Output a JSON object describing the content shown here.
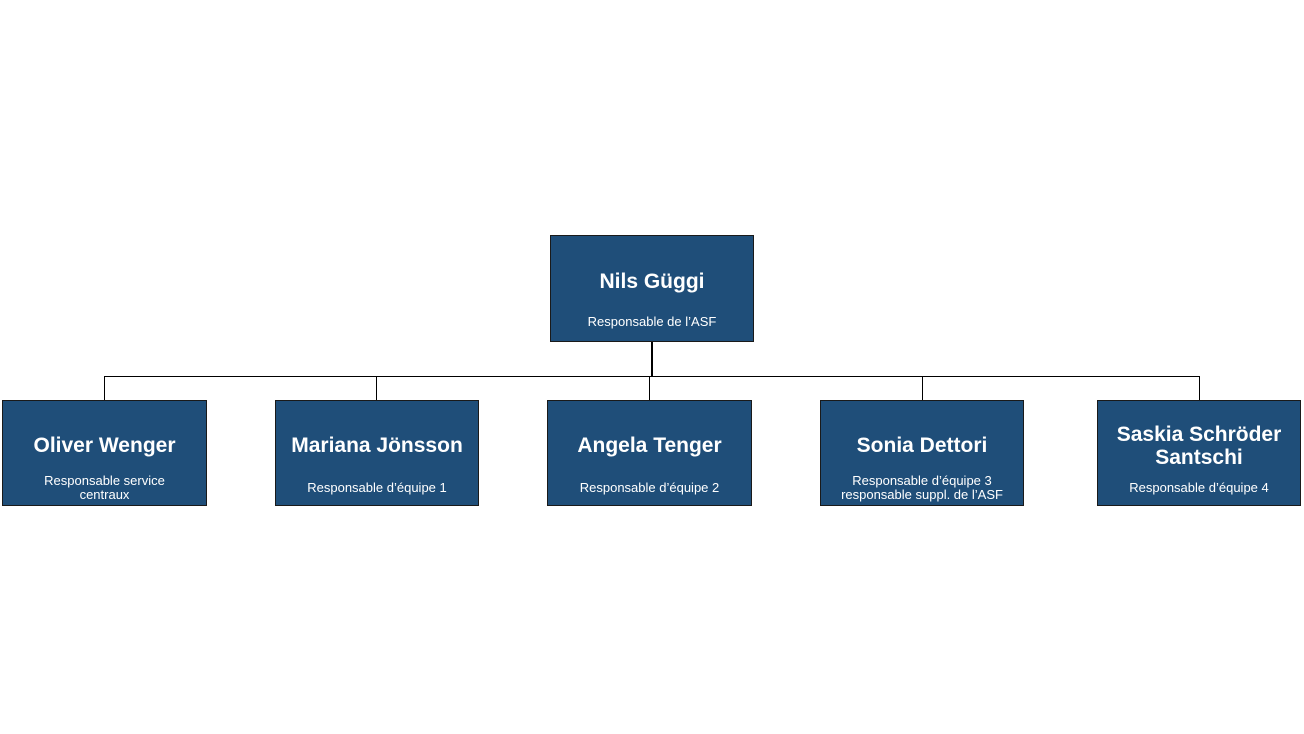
{
  "colors": {
    "box_fill": "#1f4e79",
    "text": "#ffffff",
    "connector": "#000000"
  },
  "root": {
    "name": "Nils Güggi",
    "role": "Responsable de l’ASF"
  },
  "children": [
    {
      "name": "Oliver Wenger",
      "role_lines": [
        "Responsable service",
        "centraux"
      ]
    },
    {
      "name": "Mariana Jönsson",
      "role_lines": [
        "Responsable d’équipe 1"
      ]
    },
    {
      "name": "Angela Tenger",
      "role_lines": [
        "Responsable d’équipe 2"
      ]
    },
    {
      "name": "Sonia Dettori",
      "role_lines": [
        "Responsable d’équipe 3",
        "responsable suppl. de l’ASF"
      ]
    },
    {
      "name_lines": [
        "Saskia Schröder",
        "Santschi"
      ],
      "role_lines": [
        "Responsable d’équipe 4"
      ]
    }
  ]
}
